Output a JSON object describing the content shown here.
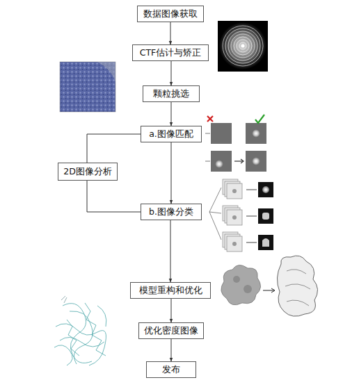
{
  "diagram": {
    "nodes": [
      {
        "text": [
          "数据图像获取"
        ]
      },
      {
        "text": [
          "CTF估计与矫正"
        ]
      },
      {
        "text": [
          "颗粒挑选"
        ]
      },
      {
        "text": [
          "a.图像匹配"
        ]
      },
      {
        "text": [
          "2D图像分析"
        ]
      },
      {
        "text": [
          "b.图像分类"
        ]
      },
      {
        "text": [
          "模型重构和优化"
        ]
      },
      {
        "text": [
          "优化密度图像"
        ]
      },
      {
        "text": [
          "发布"
        ]
      }
    ],
    "edges": [
      {
        "from": 0,
        "to": 1,
        "arrow": "to"
      },
      {
        "from": 1,
        "to": 2,
        "arrow": "to"
      },
      {
        "from": 2,
        "to": 3,
        "arrow": "to"
      },
      {
        "from": 3,
        "to": 5,
        "arrow": "to"
      },
      {
        "from": 5,
        "to": 6,
        "arrow": "to"
      },
      {
        "from": 6,
        "to": 7,
        "arrow": "to"
      },
      {
        "from": 7,
        "to": 8,
        "arrow": "to"
      },
      {
        "from": 4,
        "to": 3,
        "arrow": "none"
      },
      {
        "from": 4,
        "to": 5,
        "arrow": "none"
      }
    ]
  }
}
